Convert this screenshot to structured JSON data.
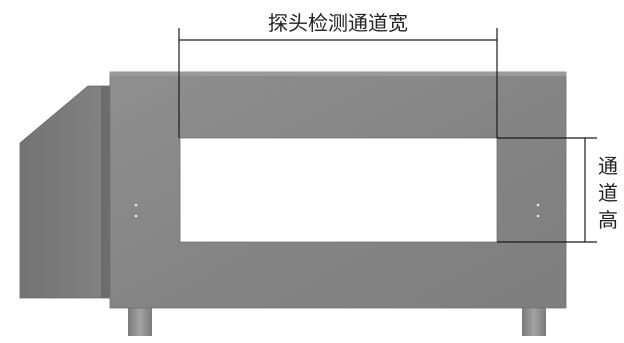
{
  "diagram": {
    "title": "",
    "width_label": "探头检测通道宽",
    "height_label_chars": [
      "通",
      "道",
      "高"
    ]
  },
  "colors": {
    "panel_main": "#8a8a8a",
    "panel_side": "#7d7d7d",
    "panel_edge": "#6f6f6f",
    "aperture": "#ffffff",
    "feet": "#8f8f8f",
    "line": "#1a1a1a"
  }
}
